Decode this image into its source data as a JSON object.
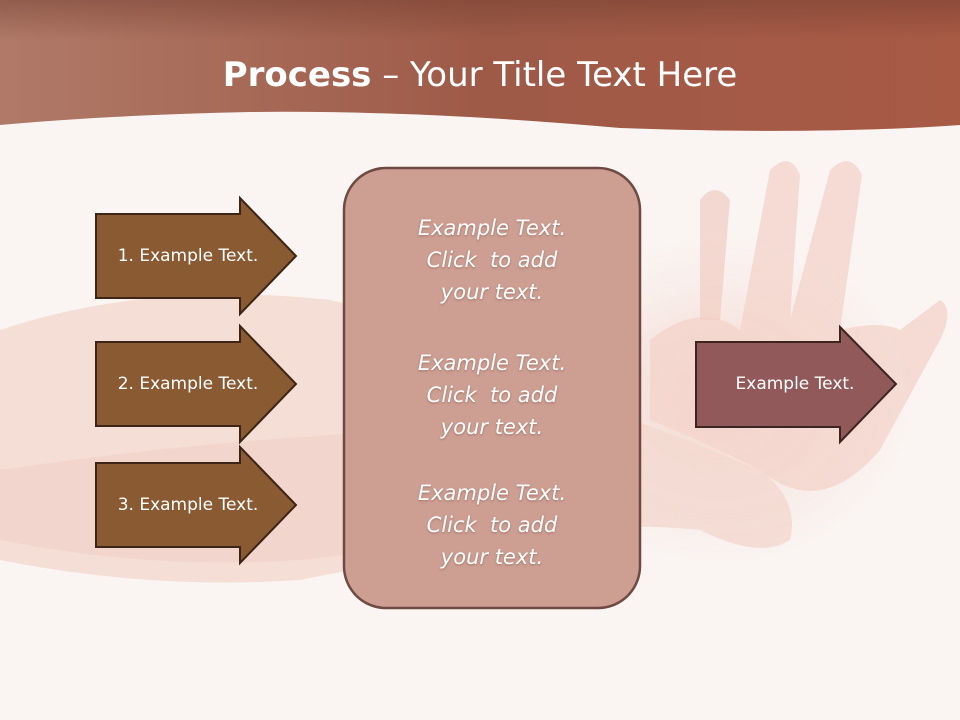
{
  "slide": {
    "title_bold": "Process",
    "title_rest": " – Your Title Text Here"
  },
  "left_arrows": [
    {
      "label": "1. Example Text."
    },
    {
      "label": "2. Example Text."
    },
    {
      "label": "3. Example Text."
    }
  ],
  "center_box": {
    "blocks": [
      {
        "line1": "Example Text.",
        "line2": "Click  to add",
        "line3": "your text."
      },
      {
        "line1": "Example Text.",
        "line2": "Click  to add",
        "line3": "your text."
      },
      {
        "line1": "Example Text.",
        "line2": "Click  to add",
        "line3": "your text."
      }
    ]
  },
  "right_arrow": {
    "label": "Example Text."
  },
  "colors": {
    "banner": "#a8624f",
    "left_arrow_fill": "#8a5a33",
    "center_box_fill": "#cd9e92",
    "right_arrow_fill": "#92595a",
    "background": "#f9f3f1"
  }
}
